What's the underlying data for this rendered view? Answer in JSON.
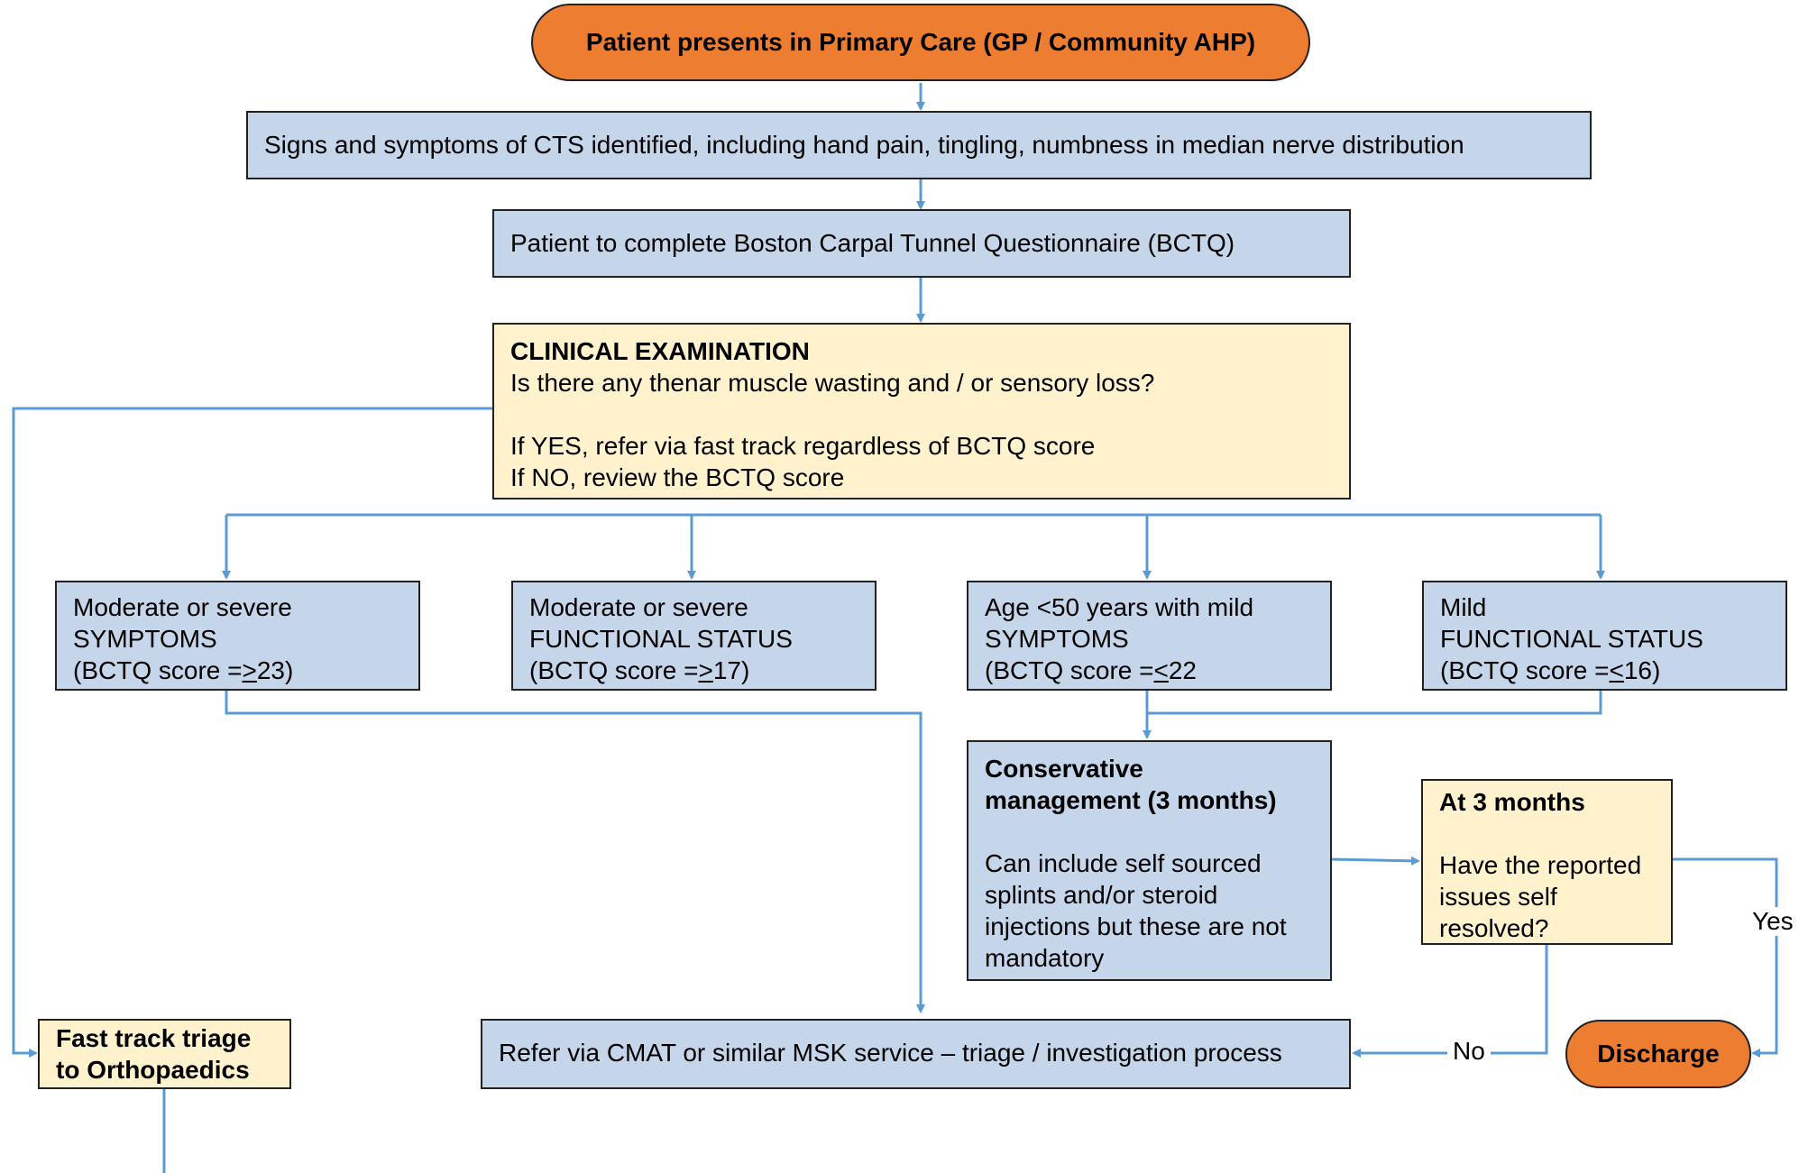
{
  "nodes": {
    "start": "Patient presents in Primary Care (GP / Community AHP)",
    "signs": "Signs and symptoms of CTS identified, including hand pain, tingling, numbness in median nerve distribution",
    "bctq": "Patient to complete Boston Carpal Tunnel Questionnaire (BCTQ)",
    "exam": {
      "title": "CLINICAL EXAMINATION",
      "question": "Is there any thenar muscle wasting and / or sensory loss?",
      "if_yes": "If YES, refer via fast track regardless of BCTQ score",
      "if_no": "If NO, review the BCTQ score"
    },
    "mod_symptoms": {
      "l1": "Moderate or severe",
      "l2": "SYMPTOMS",
      "l3_pre": "(BCTQ score =",
      "l3_op": ">",
      "l3_post": "23)"
    },
    "mod_functional": {
      "l1": "Moderate or severe",
      "l2": "FUNCTIONAL STATUS",
      "l3_pre": "(BCTQ score =",
      "l3_op": ">",
      "l3_post": "17)"
    },
    "age_mild": {
      "l1": "Age <50 years with mild",
      "l2": "SYMPTOMS",
      "l3_pre": "(BCTQ score =",
      "l3_op": "<",
      "l3_post": "22"
    },
    "mild_functional": {
      "l1": "Mild",
      "l2": "FUNCTIONAL STATUS",
      "l3_pre": "(BCTQ score =",
      "l3_op": "<",
      "l3_post": "16)"
    },
    "conservative": {
      "title_l1": "Conservative",
      "title_l2": "management (3 months)",
      "body_l1": "Can include self sourced",
      "body_l2": "splints and/or steroid",
      "body_l3": "injections but these are not",
      "body_l4": "mandatory"
    },
    "three_months": {
      "title": "At 3 months",
      "l1": "Have the reported",
      "l2": "issues self",
      "l3": "resolved?"
    },
    "fast_track": {
      "l1": "Fast track triage",
      "l2": "to Orthopaedics"
    },
    "refer": "Refer via CMAT or similar MSK service – triage / investigation process",
    "discharge": "Discharge"
  },
  "edge_labels": {
    "yes": "Yes",
    "no": "No"
  },
  "colors": {
    "orange": "#ed7d31",
    "blue_box": "#c5d5ea",
    "yellow_box": "#fff2cc",
    "arrow": "#5b9bd5"
  }
}
